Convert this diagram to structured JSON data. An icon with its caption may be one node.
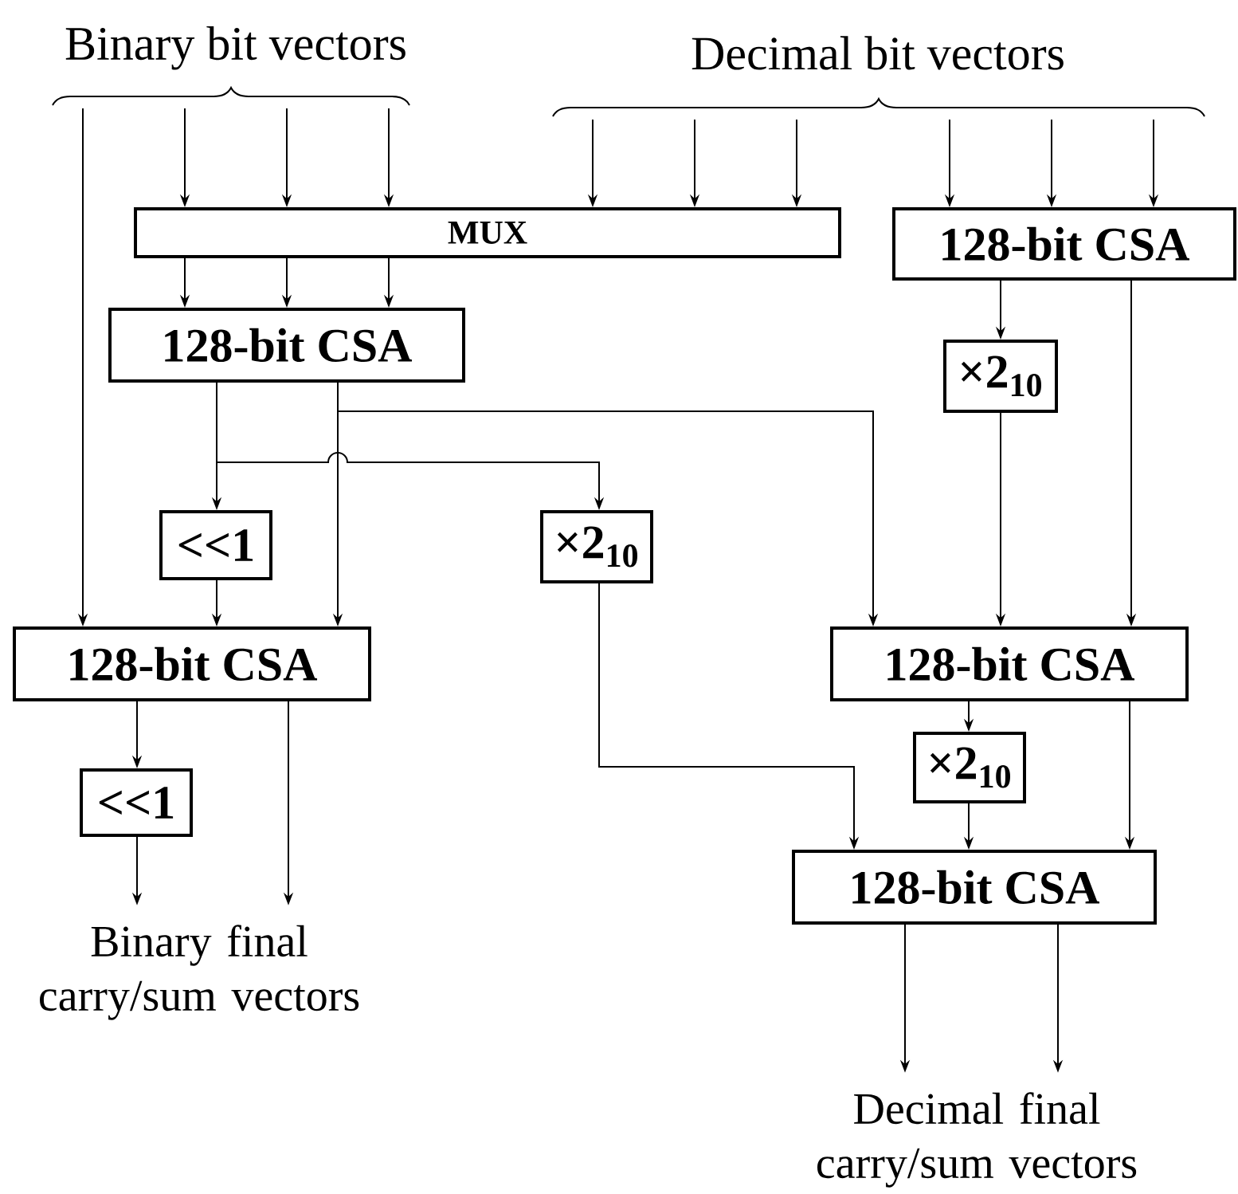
{
  "diagram": {
    "nodes": [
      {
        "text": [
          "Binary bit vectors"
        ]
      },
      {
        "text": [
          "Decimal bit vectors"
        ]
      },
      {
        "text": [
          "MUX"
        ]
      },
      {
        "text": [
          "128-bit CSA"
        ]
      },
      {
        "text": [
          "128-bit CSA"
        ]
      },
      {
        "text": [
          "×2$_{10}$"
        ]
      },
      {
        "text": [
          "<<1"
        ]
      },
      {
        "text": [
          "×2$_{10}$"
        ]
      },
      {
        "text": [
          "128-bit CSA"
        ]
      },
      {
        "text": [
          "128-bit CSA"
        ]
      },
      {
        "text": [
          "<<1"
        ]
      },
      {
        "text": [
          "×2$_{10}$"
        ]
      },
      {
        "text": [
          "128-bit CSA"
        ]
      },
      {
        "text": [
          "Binary final carry/sum vectors"
        ]
      },
      {
        "text": [
          "Decimal final carry/sum vectors"
        ]
      }
    ],
    "edges": [
      {
        "from": 0,
        "to": 2,
        "arrow": "to"
      },
      {
        "from": 0,
        "to": 2,
        "arrow": "to"
      },
      {
        "from": 0,
        "to": 2,
        "arrow": "to"
      },
      {
        "from": 1,
        "to": 2,
        "arrow": "to"
      },
      {
        "from": 1,
        "to": 2,
        "arrow": "to"
      },
      {
        "from": 1,
        "to": 2,
        "arrow": "to"
      },
      {
        "from": 1,
        "to": 3,
        "arrow": "to"
      },
      {
        "from": 1,
        "to": 3,
        "arrow": "to"
      },
      {
        "from": 1,
        "to": 3,
        "arrow": "to"
      },
      {
        "from": 0,
        "to": 8,
        "arrow": "to"
      },
      {
        "from": 2,
        "to": 4,
        "arrow": "to"
      },
      {
        "from": 2,
        "to": 4,
        "arrow": "to"
      },
      {
        "from": 2,
        "to": 4,
        "arrow": "to"
      },
      {
        "from": 4,
        "to": 6,
        "arrow": "to"
      },
      {
        "from": 4,
        "to": 7,
        "arrow": "to"
      },
      {
        "from": 4,
        "to": 8,
        "arrow": "to"
      },
      {
        "from": 4,
        "to": 9,
        "arrow": "to"
      },
      {
        "from": 3,
        "to": 5,
        "arrow": "to"
      },
      {
        "from": 3,
        "to": 9,
        "arrow": "to"
      },
      {
        "from": 5,
        "to": 9,
        "arrow": "to"
      },
      {
        "from": 6,
        "to": 8,
        "arrow": "to"
      },
      {
        "from": 7,
        "to": 12,
        "arrow": "to"
      },
      {
        "from": 8,
        "to": 10,
        "arrow": "to"
      },
      {
        "from": 8,
        "to": 13,
        "arrow": "to"
      },
      {
        "from": 10,
        "to": 13,
        "arrow": "to"
      },
      {
        "from": 9,
        "to": 11,
        "arrow": "to"
      },
      {
        "from": 9,
        "to": 12,
        "arrow": "to"
      },
      {
        "from": 11,
        "to": 12,
        "arrow": "to"
      },
      {
        "from": 12,
        "to": 14,
        "arrow": "to"
      },
      {
        "from": 12,
        "to": 14,
        "arrow": "to"
      }
    ]
  }
}
